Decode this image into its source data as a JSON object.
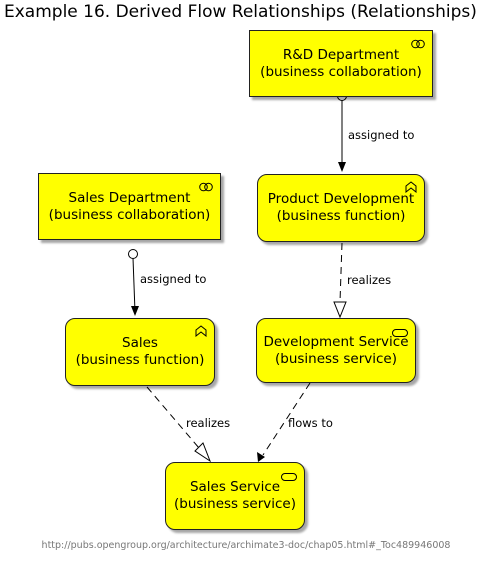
{
  "diagram": {
    "title": "Example 16. Derived Flow Relationships (Relationships)",
    "footer": "http://pubs.opengroup.org/architecture/archimate3-doc/chap05.html#_Toc489946008",
    "colors": {
      "fill": "#ffff00",
      "border": "#222222",
      "text": "#000000"
    },
    "nodes": {
      "rd_department": {
        "name": "R&D Department",
        "type": "(business collaboration)",
        "icon": "collaboration-icon"
      },
      "sales_department": {
        "name": "Sales Department",
        "type": "(business collaboration)",
        "icon": "collaboration-icon"
      },
      "product_development": {
        "name": "Product Development",
        "type": "(business function)",
        "icon": "function-icon"
      },
      "sales": {
        "name": "Sales",
        "type": "(business function)",
        "icon": "function-icon"
      },
      "development_service": {
        "name": "Development Service",
        "type": "(business service)",
        "icon": "service-icon"
      },
      "sales_service": {
        "name": "Sales Service",
        "type": "(business service)",
        "icon": "service-icon"
      }
    },
    "edges": {
      "rd_to_product": {
        "label": "assigned to"
      },
      "sales_dept_to_sales": {
        "label": "assigned to"
      },
      "product_to_devservice": {
        "label": "realizes"
      },
      "sales_to_salesservice": {
        "label": "realizes"
      },
      "devservice_to_salesservice": {
        "label": "flows to"
      }
    }
  }
}
